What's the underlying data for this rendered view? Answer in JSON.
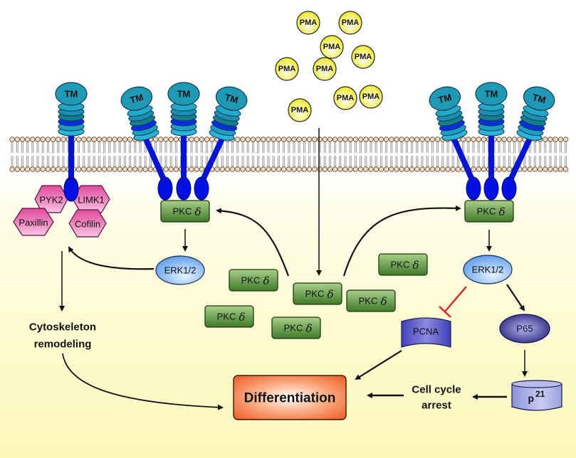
{
  "diagram": {
    "title": "PMA-induced PKC delta signaling to differentiation",
    "colors": {
      "receptor_head": "#1a9bb5",
      "receptor_stalk": "#0a14e0",
      "pkc_box": "#5a8a3c",
      "erk": "#7ab4ee",
      "hexagon": "#e45aa8",
      "pma": "#f5f04a",
      "inhibit": "#e02020",
      "differentiation": "#f0602a",
      "membrane_head": "#f5dcc0"
    },
    "pma": {
      "label": "PMA",
      "count": 9
    },
    "receptor_label": "TM",
    "pkc_label": "PKC",
    "pkc_symbol": "δ",
    "hexagons": [
      "PYK2",
      "LIMK1",
      "Paxillin",
      "Cofilin"
    ],
    "erk_left": "ERK1/2",
    "erk_right": "ERK1/2",
    "pcna": "PCNA",
    "p65": "P65",
    "p21": {
      "main": "p",
      "sup": "21"
    },
    "cytoskeleton": [
      "Cytoskeleton",
      "remodeling"
    ],
    "cell_cycle": [
      "Cell cycle",
      "arrest"
    ],
    "differentiation": "Differentiation"
  }
}
